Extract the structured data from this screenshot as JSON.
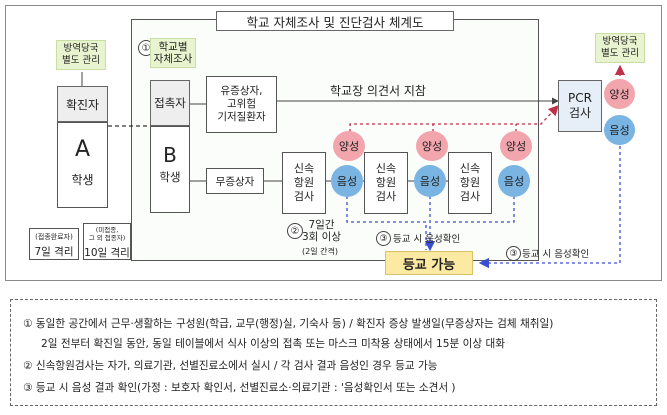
{
  "diagram": {
    "title": "학교 자체조사 및 진단검사 체계도",
    "quarantine_left": "방역당국\n별도 관리",
    "quarantine_right": "방역당국\n별도 관리",
    "confirmed": "확진자",
    "student_a_letter": "A",
    "student_a": "학생",
    "isolation_vaccinated_note": "(접종완료자)",
    "isolation_vaccinated": "7일 격리",
    "isolation_unvaccinated_note": "(미접종,\n그 외 접종자)",
    "isolation_unvaccinated": "10일 격리",
    "step1_num": "①",
    "step1_label": "학교별\n자체조사",
    "contact": "접촉자",
    "student_b_letter": "B",
    "student_b": "학생",
    "symptomatic": "유증상자,\n고위험\n기저질환자",
    "asymptomatic": "무증상자",
    "principal_opinion": "학교장 의견서 지참",
    "pcr": "PCR\n검사",
    "rapid_tests": [
      "신속\n항원\n검사",
      "신속\n항원\n검사",
      "신속\n항원\n검사"
    ],
    "positive": "양성",
    "negative": "음성",
    "step2_num": "②",
    "period": "7일간\n3회 이상",
    "interval": "(2일 간격)",
    "step3_num": "③",
    "confirm_neg": "등교 시 음성확인",
    "go_school": "등교 가능"
  },
  "notes": [
    {
      "num": "①",
      "text": "동일한 공간에서 근무·생활하는 구성원(학급, 교무(행정)실, 기숙사 등) / 확진자 증상 발생일(무증상자는 검체 채취일)"
    },
    {
      "num": "",
      "text": "2일 전부터 확진일 동안, 동일 테이블에서 식사 이상의 접촉 또는 마스크 미착용 상태에서 15분 이상 대화"
    },
    {
      "num": "②",
      "text": "신속항원검사는 자가, 의료기관, 선별진료소에서 실시 / 각 검사 결과 음성인 경우 등교 가능"
    },
    {
      "num": "③",
      "text": "등교 시 음성 결과 확인(가정 : 보호자 확인서, 선별진료소·의료기관 : '음성확인서 또는 소견서 )"
    }
  ],
  "colors": {
    "positive": "#f3a5ad",
    "negative": "#79b4e2",
    "green": "#e8f3cf",
    "arrow_red": "#c0304a",
    "arrow_blue": "#3a4fd0"
  }
}
